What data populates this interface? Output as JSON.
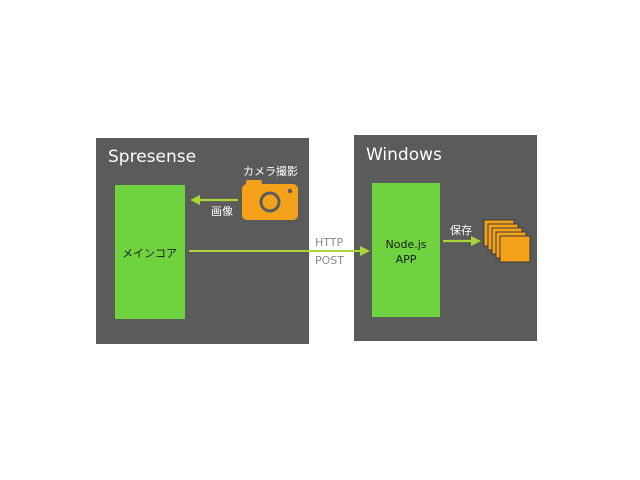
{
  "spresense": {
    "title": "Spresense",
    "core_label": "メインコア",
    "camera_label": "カメラ撮影",
    "image_label": "画像"
  },
  "windows": {
    "title": "Windows",
    "app_line1": "Node.js",
    "app_line2": "APP",
    "save_label": "保存"
  },
  "connection": {
    "line1": "HTTP",
    "line2": "POST"
  },
  "colors": {
    "panel": "#5b5b5b",
    "box_green": "#6fd33f",
    "arrow_yellow_green": "#a8d63a",
    "camera_orange": "#f5a21b",
    "files_orange": "#f5a21b"
  },
  "icons": {
    "camera": "camera-icon",
    "files": "stacked-files-icon"
  }
}
